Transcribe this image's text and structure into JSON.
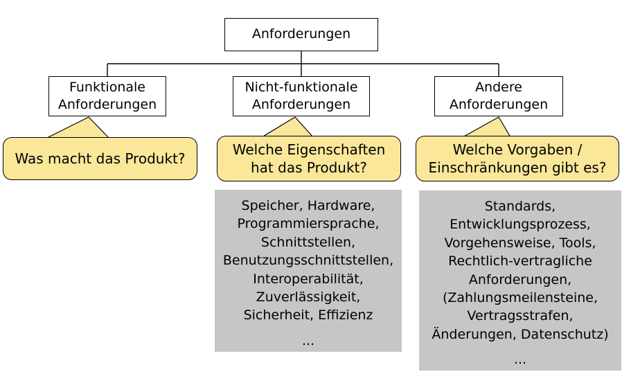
{
  "diagram": {
    "title": "Anforderungen",
    "colors": {
      "callout_fill": "#fae79a",
      "detail_fill": "#c6c6c6",
      "node_fill": "#ffffff",
      "stroke": "#000000"
    },
    "root": {
      "label": "Anforderungen"
    },
    "branches": [
      {
        "id": "funktionale",
        "node_lines": [
          "Funktionale",
          "Anforderungen"
        ],
        "callout_lines": [
          "Was macht das Produkt?"
        ],
        "detail_lines": []
      },
      {
        "id": "nicht-funktionale",
        "node_lines": [
          "Nicht-funktionale",
          "Anforderungen"
        ],
        "callout_lines": [
          "Welche Eigenschaften",
          "hat das Produkt?"
        ],
        "detail_lines": [
          "Speicher, Hardware,",
          "Programmiersprache,",
          "Schnittstellen,",
          "Benutzungsschnittstellen,",
          "Interoperabilität,",
          "Zuverlässigkeit,",
          "Sicherheit, Effizienz",
          "",
          "..."
        ]
      },
      {
        "id": "andere",
        "node_lines": [
          "Andere",
          "Anforderungen"
        ],
        "callout_lines": [
          "Welche Vorgaben /",
          "Einschränkungen gibt es?"
        ],
        "detail_lines": [
          "Standards,",
          "Entwicklungsprozess,",
          "Vorgehensweise, Tools,",
          "Rechtlich-vertragliche",
          "Anforderungen,",
          "(Zahlungsmeilensteine,",
          "Vertragsstrafen,",
          "Änderungen, Datenschutz)",
          "",
          "..."
        ]
      }
    ]
  }
}
